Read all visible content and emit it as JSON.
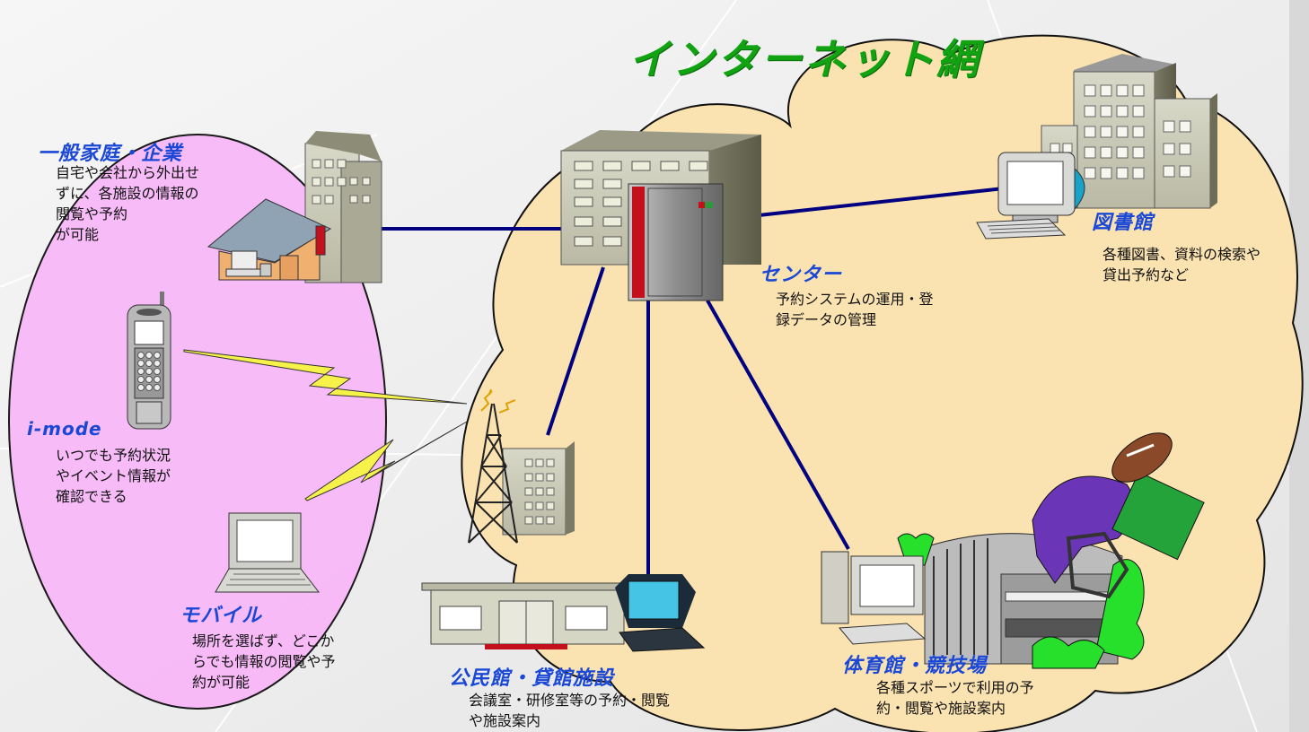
{
  "title": "インターネット網",
  "nodes": {
    "home": {
      "title": "一般家庭・企業",
      "lines": [
        "自宅や会社から外出せ",
        "ずに、各施設の情報の",
        "閲覧や予約",
        "が可能"
      ]
    },
    "imode": {
      "title": "i-mode",
      "lines": [
        "いつでも予約状況",
        "やイベント情報が",
        "確認できる"
      ]
    },
    "mobile": {
      "title": "モバイル",
      "lines": [
        "場所を選ばず、どこか",
        "らでも情報の閲覧や予",
        "約が可能"
      ]
    },
    "center": {
      "title": "センター",
      "lines": [
        "予約システムの運用・登",
        "録データの管理"
      ]
    },
    "library": {
      "title": "図書館",
      "lines": [
        "各種図書、資料の検索や",
        "貸出予約など"
      ]
    },
    "community": {
      "title": "公民館・貸館施設",
      "lines": [
        "会議室・研修室等の予約・閲覧",
        "や施設案内"
      ]
    },
    "gym": {
      "title": "体育館・競技場",
      "lines": [
        "各種スポーツで利用の予",
        "約・閲覧や施設案内"
      ]
    }
  },
  "colors": {
    "cloud": "#fbe3b1",
    "user_zone": "#f8b9f8",
    "link": "#000080",
    "wireless": "#f6f24a",
    "label_title": "#1a47d6",
    "net_title": "#11a311"
  }
}
